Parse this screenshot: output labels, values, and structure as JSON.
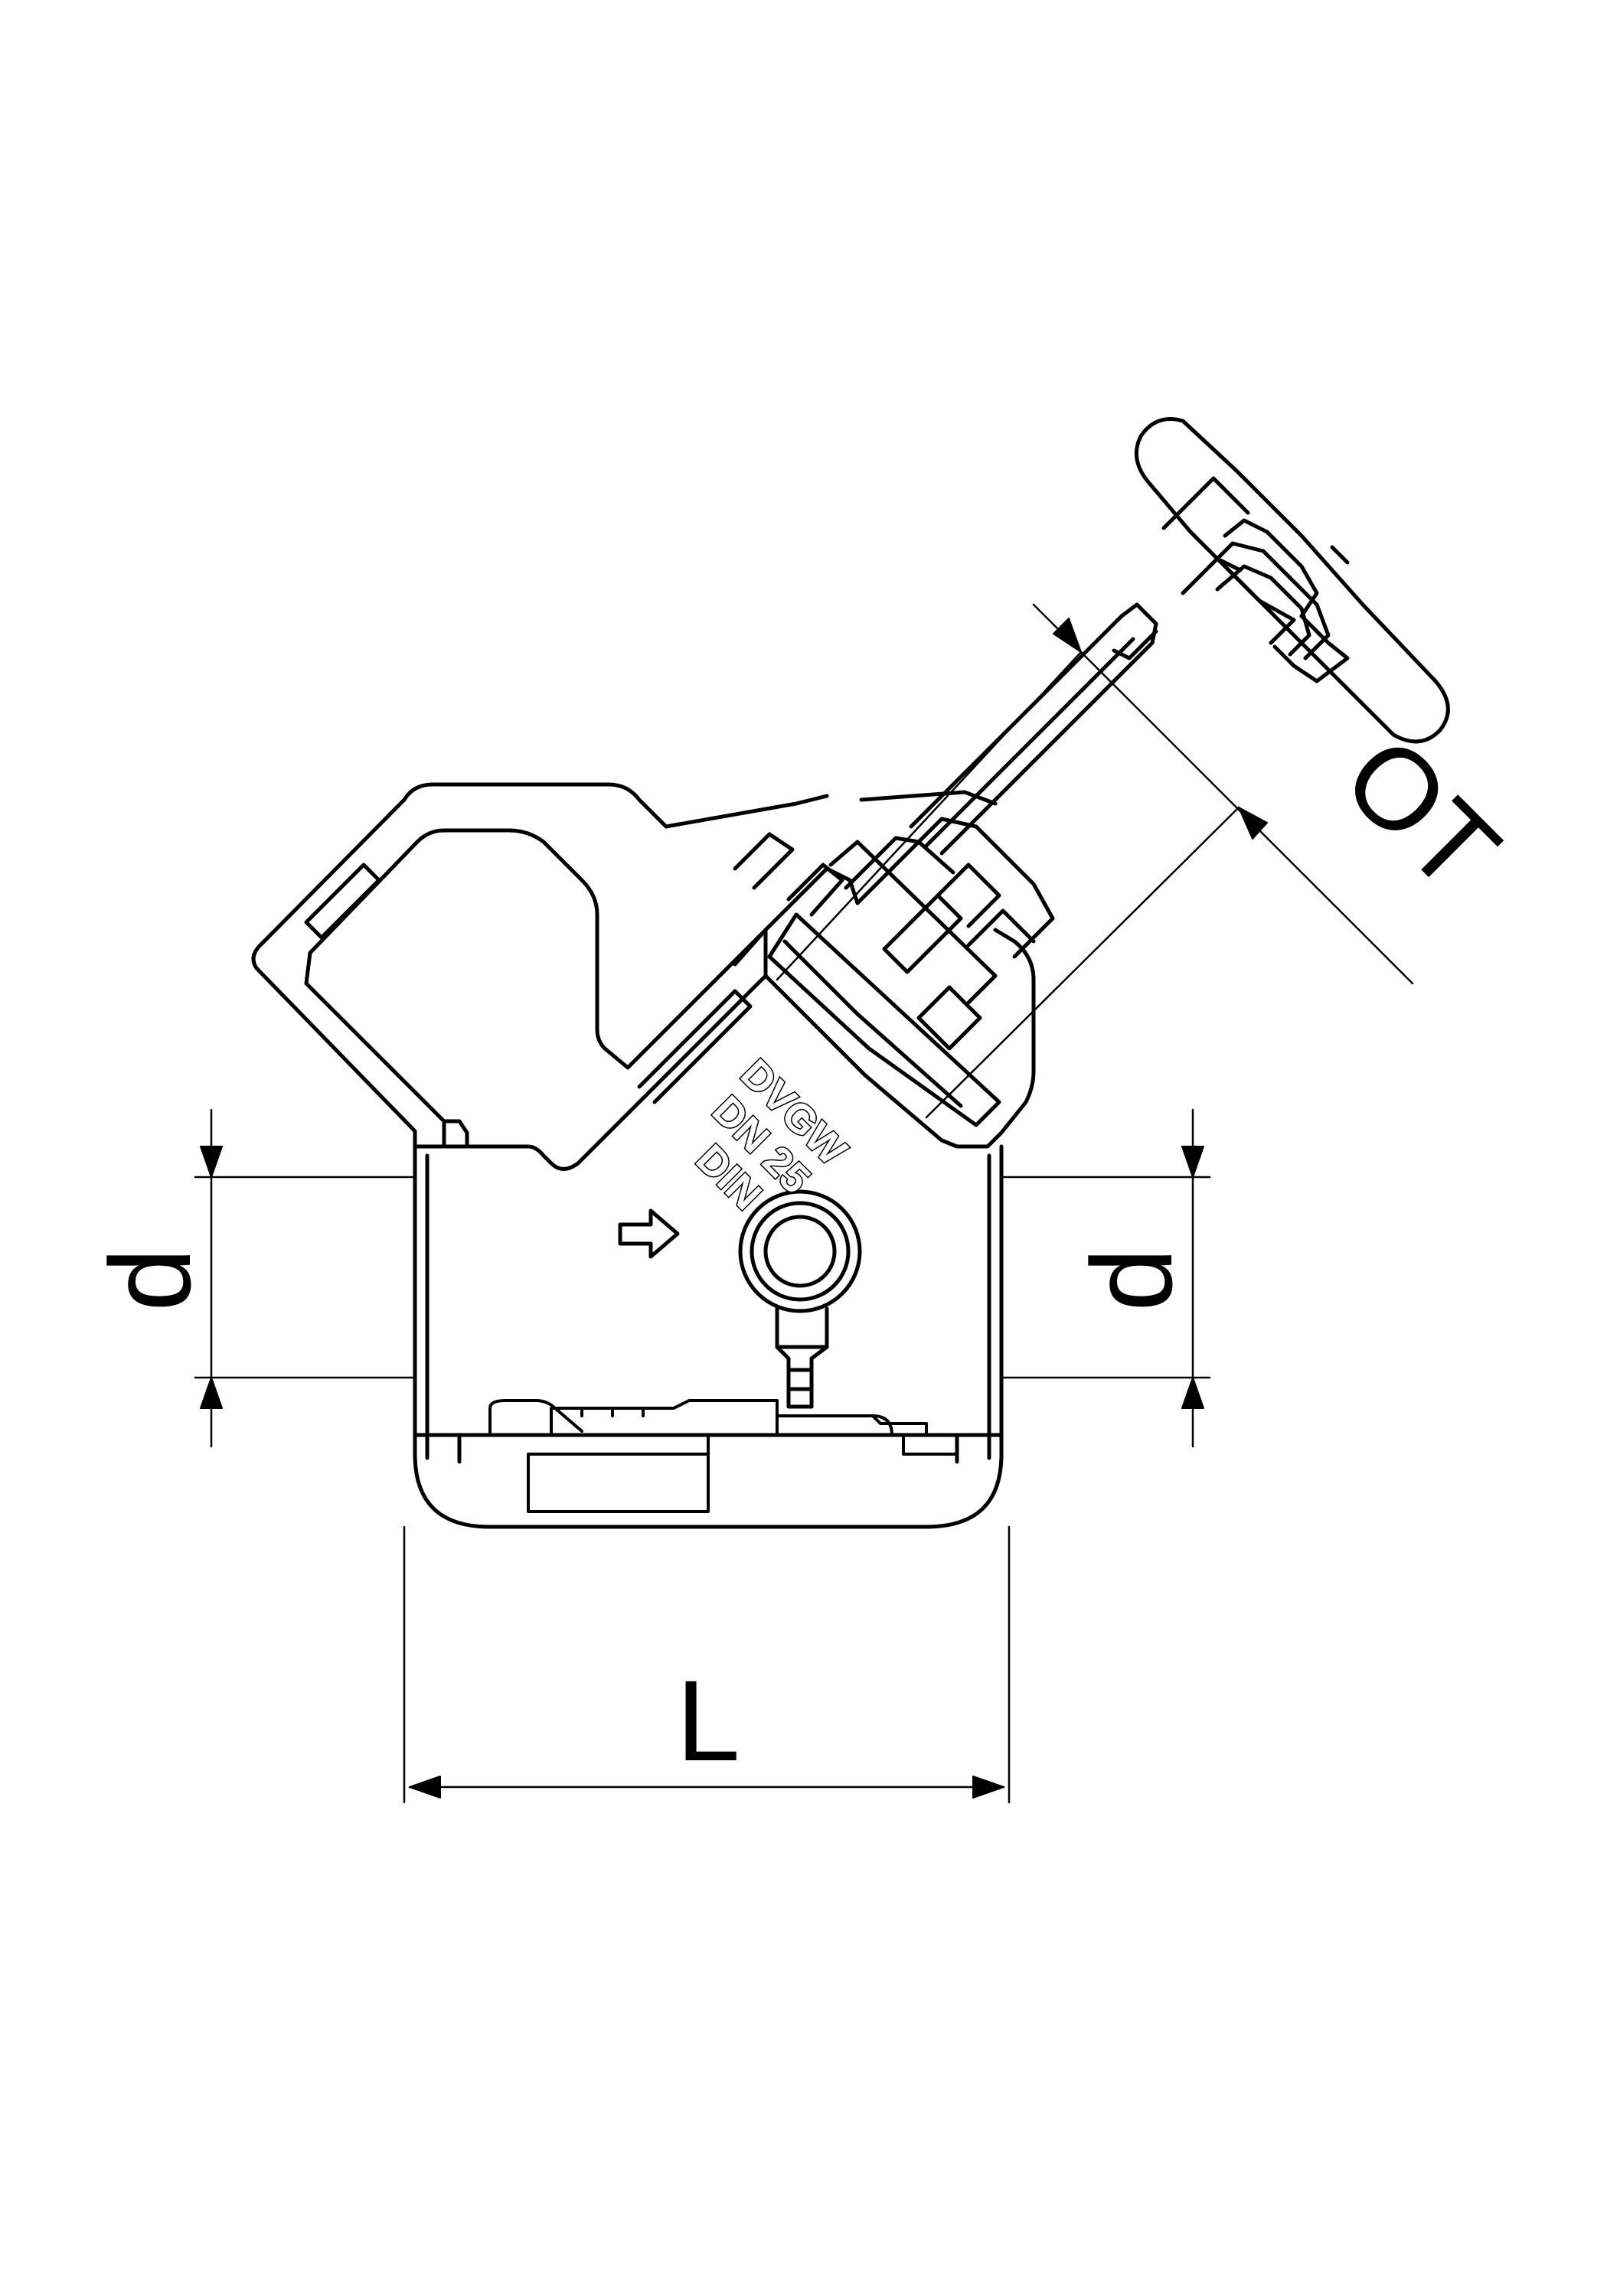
{
  "dimensions": {
    "left_diameter": "d",
    "right_diameter": "d",
    "length": "L",
    "top": "OT"
  },
  "marking": {
    "line1": "DVGW",
    "line2": "DN 25",
    "line3": "DIN"
  },
  "colors": {
    "line": "#000000",
    "background": "#ffffff"
  }
}
